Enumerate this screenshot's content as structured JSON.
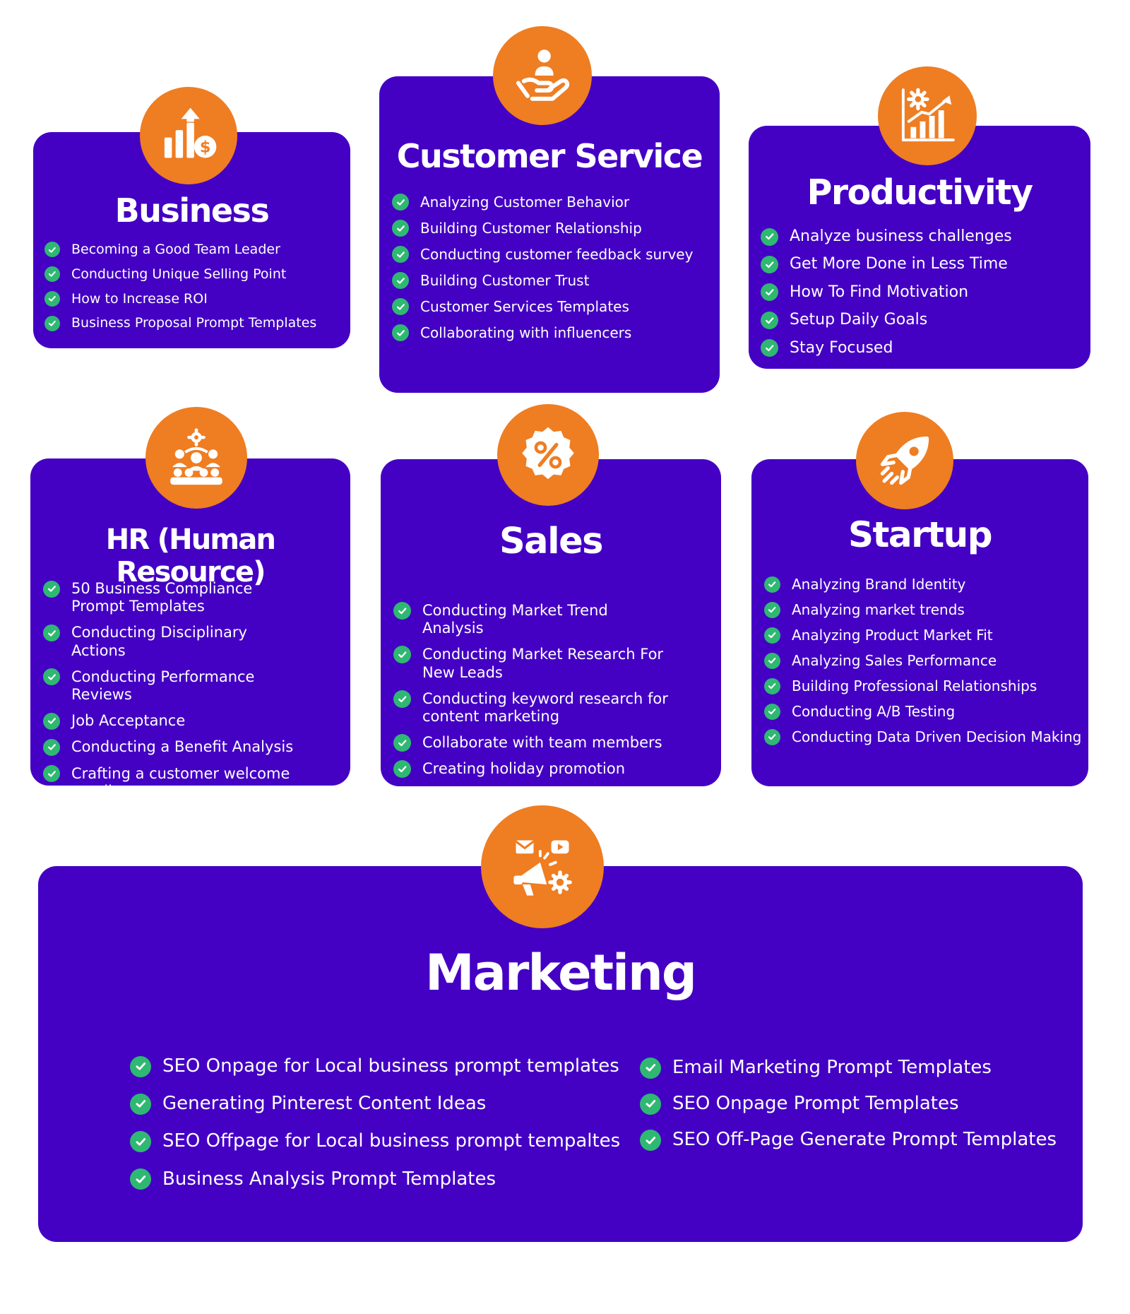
{
  "colors": {
    "card": "#4401c4",
    "icon_bg": "#ef7d22",
    "check": "#2fb872",
    "text": "#ffffff"
  },
  "cards": {
    "business": {
      "icon": "growth-chart-dollar-icon",
      "title": "Business",
      "items": [
        "Becoming a Good Team Leader",
        "Conducting Unique Selling Point",
        "How to Increase ROI",
        "Business Proposal Prompt Templates"
      ]
    },
    "customer_service": {
      "icon": "hand-holding-person-icon",
      "title": "Customer Service",
      "items": [
        "Analyzing Customer Behavior",
        "Building Customer Relationship",
        "Conducting customer feedback survey",
        "Building Customer Trust",
        "Customer Services Templates",
        "Collaborating with influencers"
      ]
    },
    "productivity": {
      "icon": "gear-chart-icon",
      "title": "Productivity",
      "items": [
        "Analyze business challenges",
        "Get More Done in Less Time",
        "How To Find Motivation",
        "Setup Daily Goals",
        "Stay Focused"
      ]
    },
    "hr": {
      "icon": "team-gear-icon",
      "title": "HR (Human Resource)",
      "items": [
        "50 Business Compliance Prompt Templates",
        "Conducting Disciplinary Actions",
        "Conducting Performance Reviews",
        "Job Acceptance",
        "Conducting a Benefit Analysis",
        "Crafting a customer welcome email"
      ]
    },
    "sales": {
      "icon": "percent-badge-icon",
      "title": "Sales",
      "items": [
        "Conducting Market Trend Analysis",
        "Conducting Market Research For New Leads",
        "Conducting keyword research for content marketing",
        "Collaborate with team members",
        "Creating holiday promotion"
      ]
    },
    "startup": {
      "icon": "rocket-icon",
      "title": "Startup",
      "items": [
        "Analyzing Brand Identity",
        "Analyzing market trends",
        "Analyzing Product Market Fit",
        "Analyzing Sales Performance",
        "Building Professional Relationships",
        "Conducting A/B Testing",
        "Conducting Data Driven Decision Making"
      ]
    },
    "marketing": {
      "icon": "megaphone-media-icon",
      "title": "Marketing",
      "left_items": [
        "SEO Onpage for Local business prompt templates",
        "Generating Pinterest Content Ideas",
        "SEO Offpage for Local business prompt tempaltes",
        "Business Analysis Prompt Templates"
      ],
      "right_items": [
        "Email Marketing Prompt Templates",
        "SEO Onpage Prompt Templates",
        "SEO Off-Page Generate Prompt Templates"
      ]
    }
  }
}
